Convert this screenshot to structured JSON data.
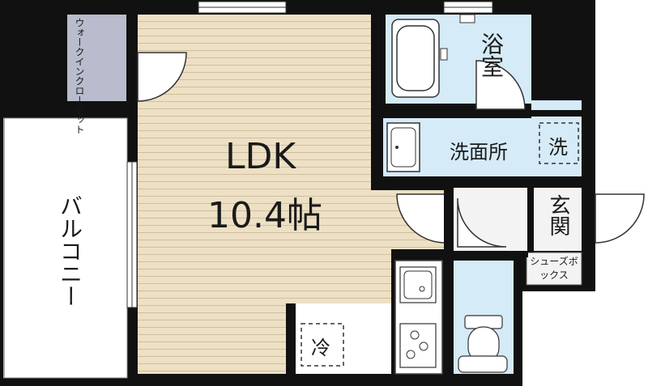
{
  "rooms": {
    "ldk": {
      "name": "LDK",
      "size": "10.4帖"
    },
    "bath": "浴室",
    "washroom": "洗面所",
    "entrance": "玄関",
    "balcony": "バルコニー",
    "walk_in_closet": "ウォークインクローゼット",
    "shoe_box": "シューズボックス"
  },
  "symbols": {
    "washer": "洗",
    "fridge": "冷"
  },
  "colors": {
    "wall": "#111111",
    "floor_ldk": "#ede0c4",
    "floor_wet": "#d5ebf7",
    "closet": "#b8bccc",
    "entrance_floor": "#f3f3f3",
    "balcony": "#ffffff"
  }
}
